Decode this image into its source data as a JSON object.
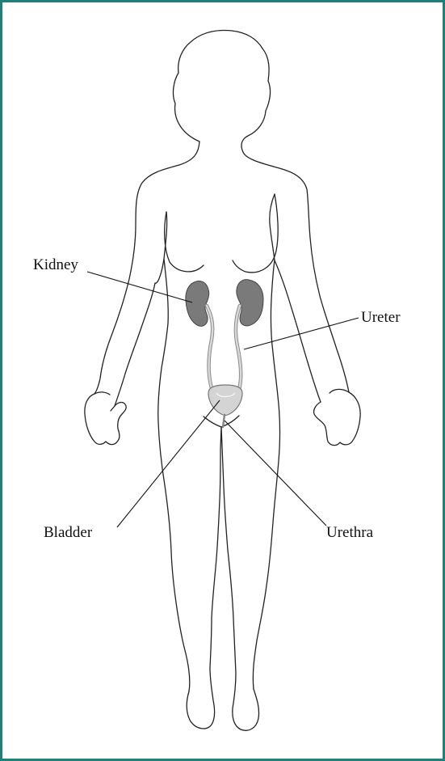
{
  "labels": {
    "kidney": "Kidney",
    "ureter": "Ureter",
    "bladder": "Bladder",
    "urethra": "Urethra"
  },
  "colors": {
    "frame": "#1f7f7a",
    "outline": "#222222",
    "kidney_fill": "#7a7a7a",
    "ureter_fill": "#cfcfcf",
    "bladder_fill": "#d4d4d4",
    "leader_line": "#111111"
  }
}
